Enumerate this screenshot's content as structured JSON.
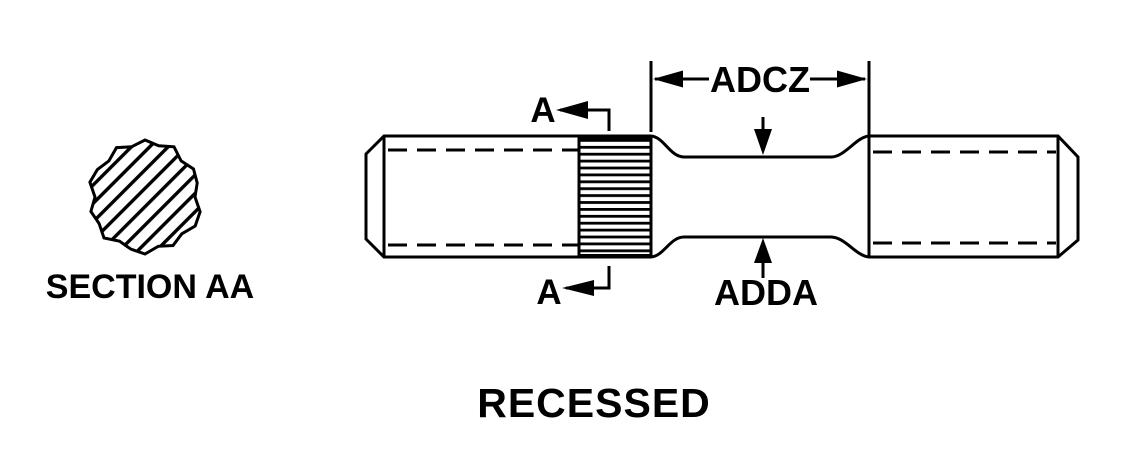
{
  "drawing": {
    "title": "RECESSED",
    "section_view_label": "SECTION AA",
    "cut_label_top": "A",
    "cut_label_bottom": "A",
    "recess_length_dim_label": "ADCZ",
    "recess_surface_dim_label": "ADDA"
  },
  "colors": {
    "line": "#000000",
    "background": "#ffffff"
  }
}
